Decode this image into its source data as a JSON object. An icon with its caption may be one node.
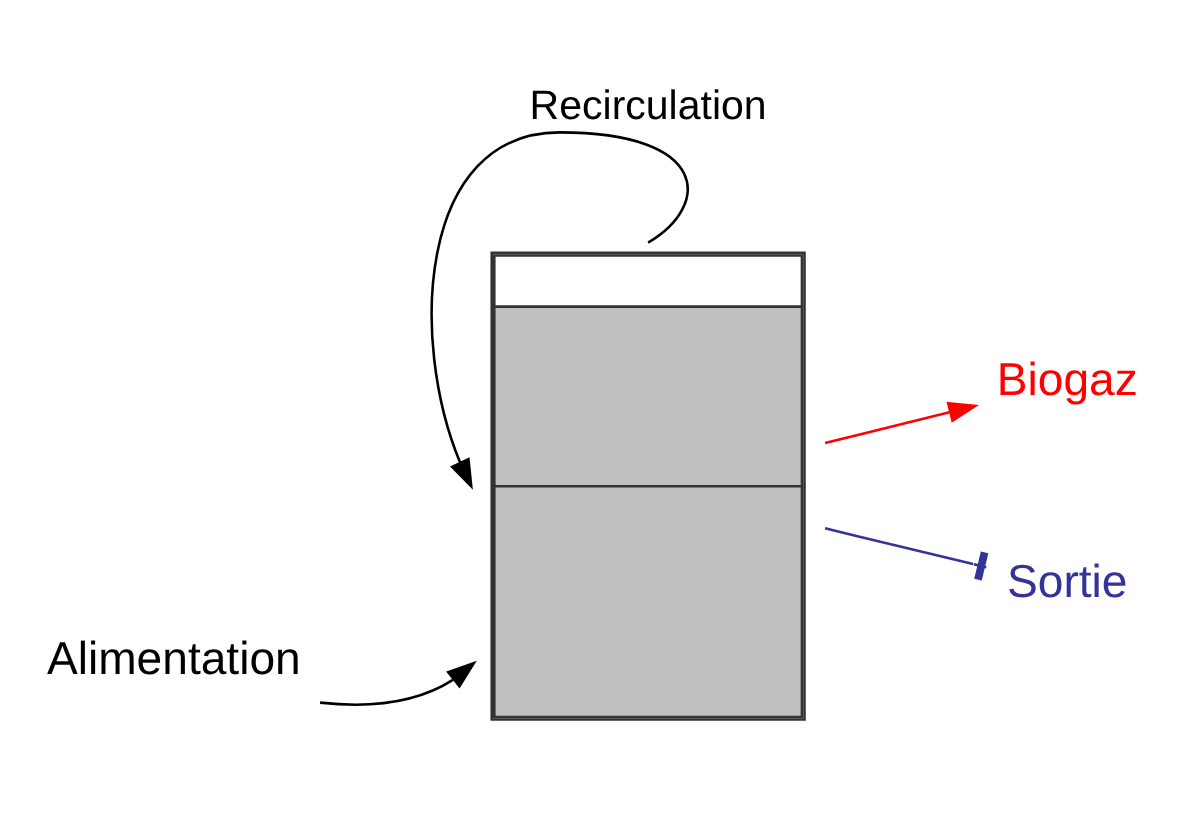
{
  "diagram": {
    "nodes": [
      {
        "text": [
          "Biogaz"
        ]
      },
      {
        "text": [
          "Sortie"
        ]
      },
      {
        "text": [
          "Alimentation"
        ]
      },
      {
        "text": [],
        "shape": "box"
      }
    ],
    "edges": [
      {
        "from": 3,
        "to": 0,
        "arrow": "to",
        "color": "#ff0000"
      },
      {
        "from": 3,
        "to": 1,
        "arrow": "other",
        "color": "#333399"
      },
      {
        "from": 3,
        "to": 3,
        "arrow": "to",
        "label": "Recirculation"
      },
      {
        "from": 2,
        "to": 3,
        "arrow": "to"
      }
    ]
  }
}
